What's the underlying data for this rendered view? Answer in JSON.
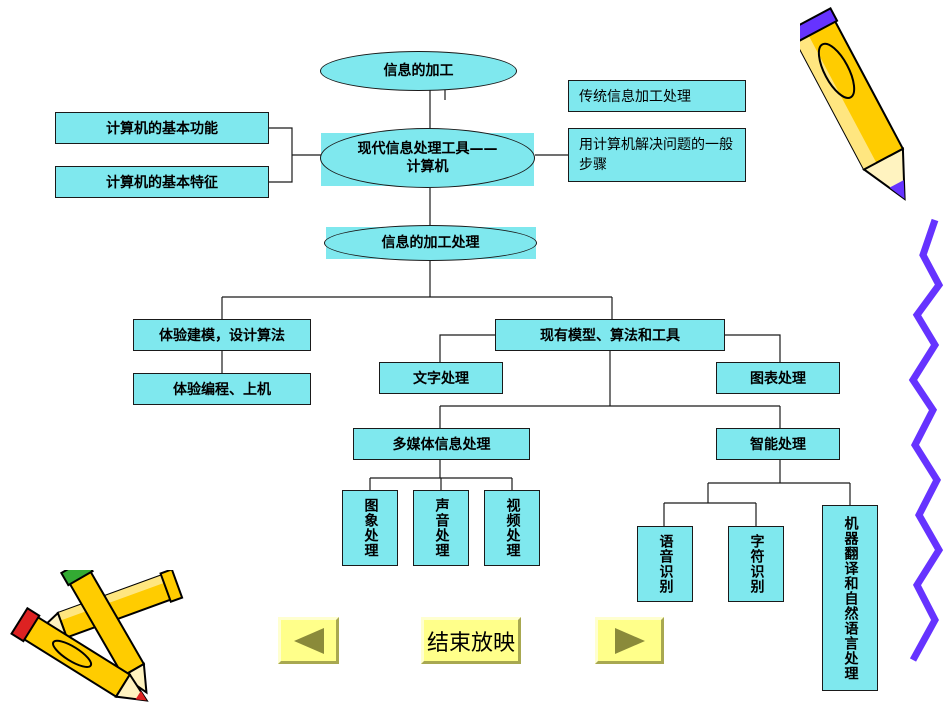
{
  "diagram": {
    "top": "信息的加工",
    "core": "现代信息处理工具——\n计算机",
    "left_boxes": [
      "计算机的基本功能",
      "计算机的基本特征"
    ],
    "right_boxes": [
      "传统信息加工处理",
      "用计算机解决问题的一般步骤"
    ],
    "process": "信息的加工处理",
    "branch_left": [
      "体验建模，设计算法",
      "体验编程、上机"
    ],
    "branch_right": "现有模型、算法和工具",
    "text_proc": "文字处理",
    "chart_proc": "图表处理",
    "multimedia": "多媒体信息处理",
    "intelligent": "智能处理",
    "media_items": [
      "图象处理",
      "声音处理",
      "视频处理"
    ],
    "intel_items": [
      "语音识别",
      "字符识别",
      "机器翻译和自然语言处理"
    ]
  },
  "nav": {
    "prev_icon": "triangle-left-icon",
    "end_label": "结束放映",
    "next_icon": "triangle-right-icon"
  },
  "colors": {
    "box": "#7fe8ee",
    "button": "#ffff8a",
    "arrow": "#8a8a3a",
    "squiggle": "#6633ff"
  }
}
